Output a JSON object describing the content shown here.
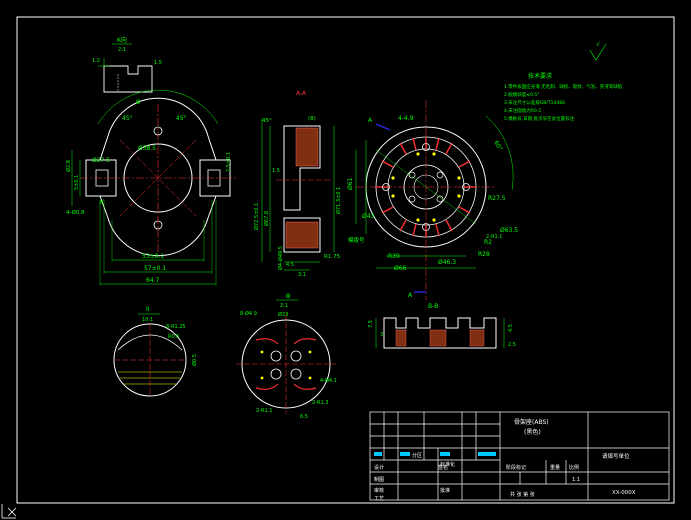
{
  "colors": {
    "background": "#000000",
    "outline": "#ffffff",
    "dimension": "#00ff00",
    "center": "#ff3030",
    "hatch": "#ff6060",
    "marker": "#ffff00",
    "axis": "#3030ff",
    "frame": "#ffffff",
    "titleblock": "#ffffff",
    "highlight": "#00c8ff"
  },
  "views": {
    "k_detail": {
      "title": "K向",
      "scale": "2:1",
      "dim_left": "1.2",
      "dim_right": "1.5"
    },
    "front": {
      "angle_left": "45°",
      "angle_right": "45°",
      "arrow": "Ⅲ",
      "d_center": "Ø38.5",
      "d_side": "Ø27.5",
      "d_hole": "4-Ø0.8",
      "d_v1": "Ø2.8",
      "d_v2": "5±0.1",
      "d_v3": "2.5±0.1",
      "w1": "53±0.1",
      "w2": "57±0.1",
      "w3": "64.7",
      "k_mark": "K"
    },
    "section_aa": {
      "title": "A-A",
      "angle": "45°",
      "note": "(8)",
      "h1": "1.5",
      "h2": "2.5",
      "h3": "4.5",
      "h4": "14.5",
      "d1": "Ø72.5±0.1",
      "d2": "Ø67.8",
      "d3": "Ø71.3±0.1",
      "d4": "Ø4-Ø49.5",
      "w": "3.1",
      "r": "R1.75",
      "fillet": "R1"
    },
    "top": {
      "holes": "4-4.9",
      "radius": "R27.5",
      "r2": "R2",
      "rad": "2-R1.1",
      "d43": "Ø43",
      "d61": "Ø61",
      "d66": "Ø66",
      "d46": "Ø46.3",
      "d63": "Ø63.5",
      "r39": "R39",
      "r28": "R28",
      "label": "模版号",
      "a": "A",
      "a_low": "A",
      "angle": "60°"
    },
    "detail_ii": {
      "title": "II",
      "scale": "10:1",
      "r1": "8-R1.25",
      "r2": "R0.5",
      "d": "Ø0.5"
    },
    "detail_iii": {
      "title": "Ⅲ",
      "scale": "2:1",
      "holes": "8-Ø4.9",
      "d": "Ø23",
      "h": "4-Ø4.1",
      "r": "2-R1.1",
      "r2": "2-R1.3",
      "w": "6.5"
    },
    "section_bb": {
      "title": "B-B",
      "h1": "7.5",
      "h2": "3",
      "h3": "4.5",
      "h4": "2.5"
    }
  },
  "notes": {
    "title": "技术要求",
    "items": [
      "1.零件表面应光滑,无毛刺、缺损、裂纹、气泡、夹渣等缺陷",
      "2.脱模斜度≤0.5°",
      "3.未注尺寸公差按GB/T14486",
      "4.未注圆角为R0.5",
      "5.模板号,日期,批次号在此位置标注"
    ],
    "roughness": "√",
    "roughness_note": "Ra"
  },
  "titleblock": {
    "part_name": "骨架座(ABS)",
    "part_sub": "(黑色)",
    "designer": "设计",
    "check": "标准化",
    "drafter": "制图",
    "review": "审核",
    "process": "工艺",
    "approve": "批准",
    "stage": "阶段标记",
    "weight": "重量",
    "scale_label": "比例",
    "scale": "1:1",
    "sheet": "共  张  第  张",
    "company": "请填写单位",
    "code": "XX-000X",
    "revision": "分区",
    "sign": "签名"
  }
}
